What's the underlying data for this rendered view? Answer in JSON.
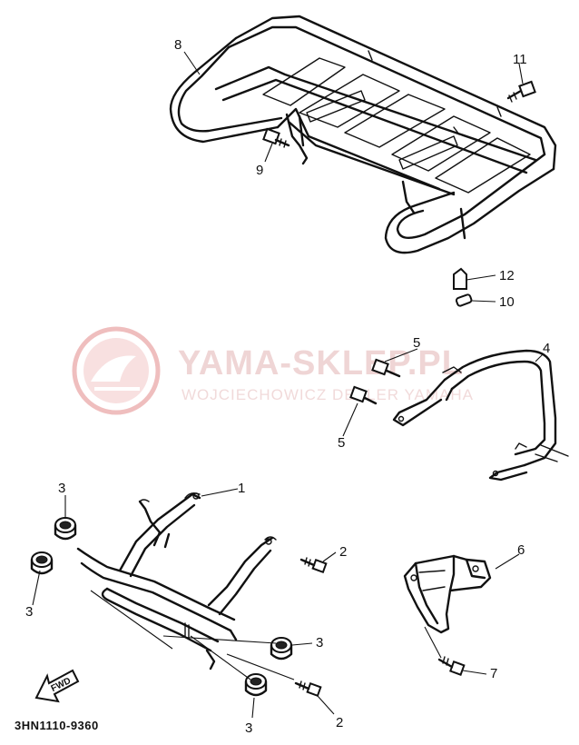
{
  "watermark": {
    "brand": "YAMA-SKLEP.PL",
    "subtitle": "WOJCIECHOWICZ DEALER YAMAHA",
    "color": "#e8a5a5"
  },
  "part_code": "3HN1110-9360",
  "direction_label": "FWD",
  "callouts": [
    {
      "id": "c8",
      "label": "8"
    },
    {
      "id": "c11",
      "label": "11"
    },
    {
      "id": "c9",
      "label": "9"
    },
    {
      "id": "c12",
      "label": "12"
    },
    {
      "id": "c10",
      "label": "10"
    },
    {
      "id": "c5a",
      "label": "5"
    },
    {
      "id": "c4",
      "label": "4"
    },
    {
      "id": "c5b",
      "label": "5"
    },
    {
      "id": "c3a",
      "label": "3"
    },
    {
      "id": "c1",
      "label": "1"
    },
    {
      "id": "c2a",
      "label": "2"
    },
    {
      "id": "c3b",
      "label": "3"
    },
    {
      "id": "c6",
      "label": "6"
    },
    {
      "id": "c3c",
      "label": "3"
    },
    {
      "id": "c7",
      "label": "7"
    },
    {
      "id": "c3d",
      "label": "3"
    },
    {
      "id": "c2b",
      "label": "2"
    }
  ]
}
